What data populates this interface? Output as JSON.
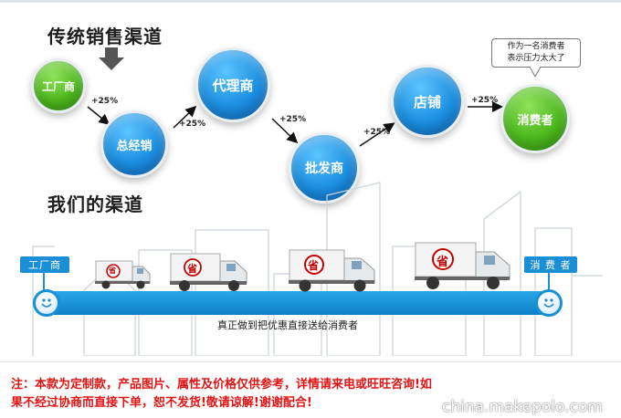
{
  "traditional": {
    "heading": "传统销售渠道",
    "nodes": {
      "factory": "工厂商",
      "general": "总经销",
      "agent": "代理商",
      "wholesale": "批发商",
      "store": "店铺",
      "consumer": "消费者"
    },
    "markup": "+25%",
    "bubble_line1": "作为一名消费者",
    "bubble_line2": "表示压力太大了"
  },
  "ours": {
    "heading": "我们的渠道",
    "start_label": "工厂商",
    "end_label": "消 费 者",
    "truck_stamp": "省",
    "caption": "真正做到把优惠直接送给消费者"
  },
  "notice": {
    "line1": "注：本款为定制款，产品图片、属性及价格仅供参考，详情请来电或旺旺咨询!如",
    "line2": "果不经过协商而直接下单，恕不发货!敬请谅解!谢谢配合!"
  },
  "watermark": "china.makepolo.com",
  "colors": {
    "green": "#4db81e",
    "blue": "#1c8fe0",
    "road": "#1a8fd6",
    "notice": "#e01414"
  }
}
